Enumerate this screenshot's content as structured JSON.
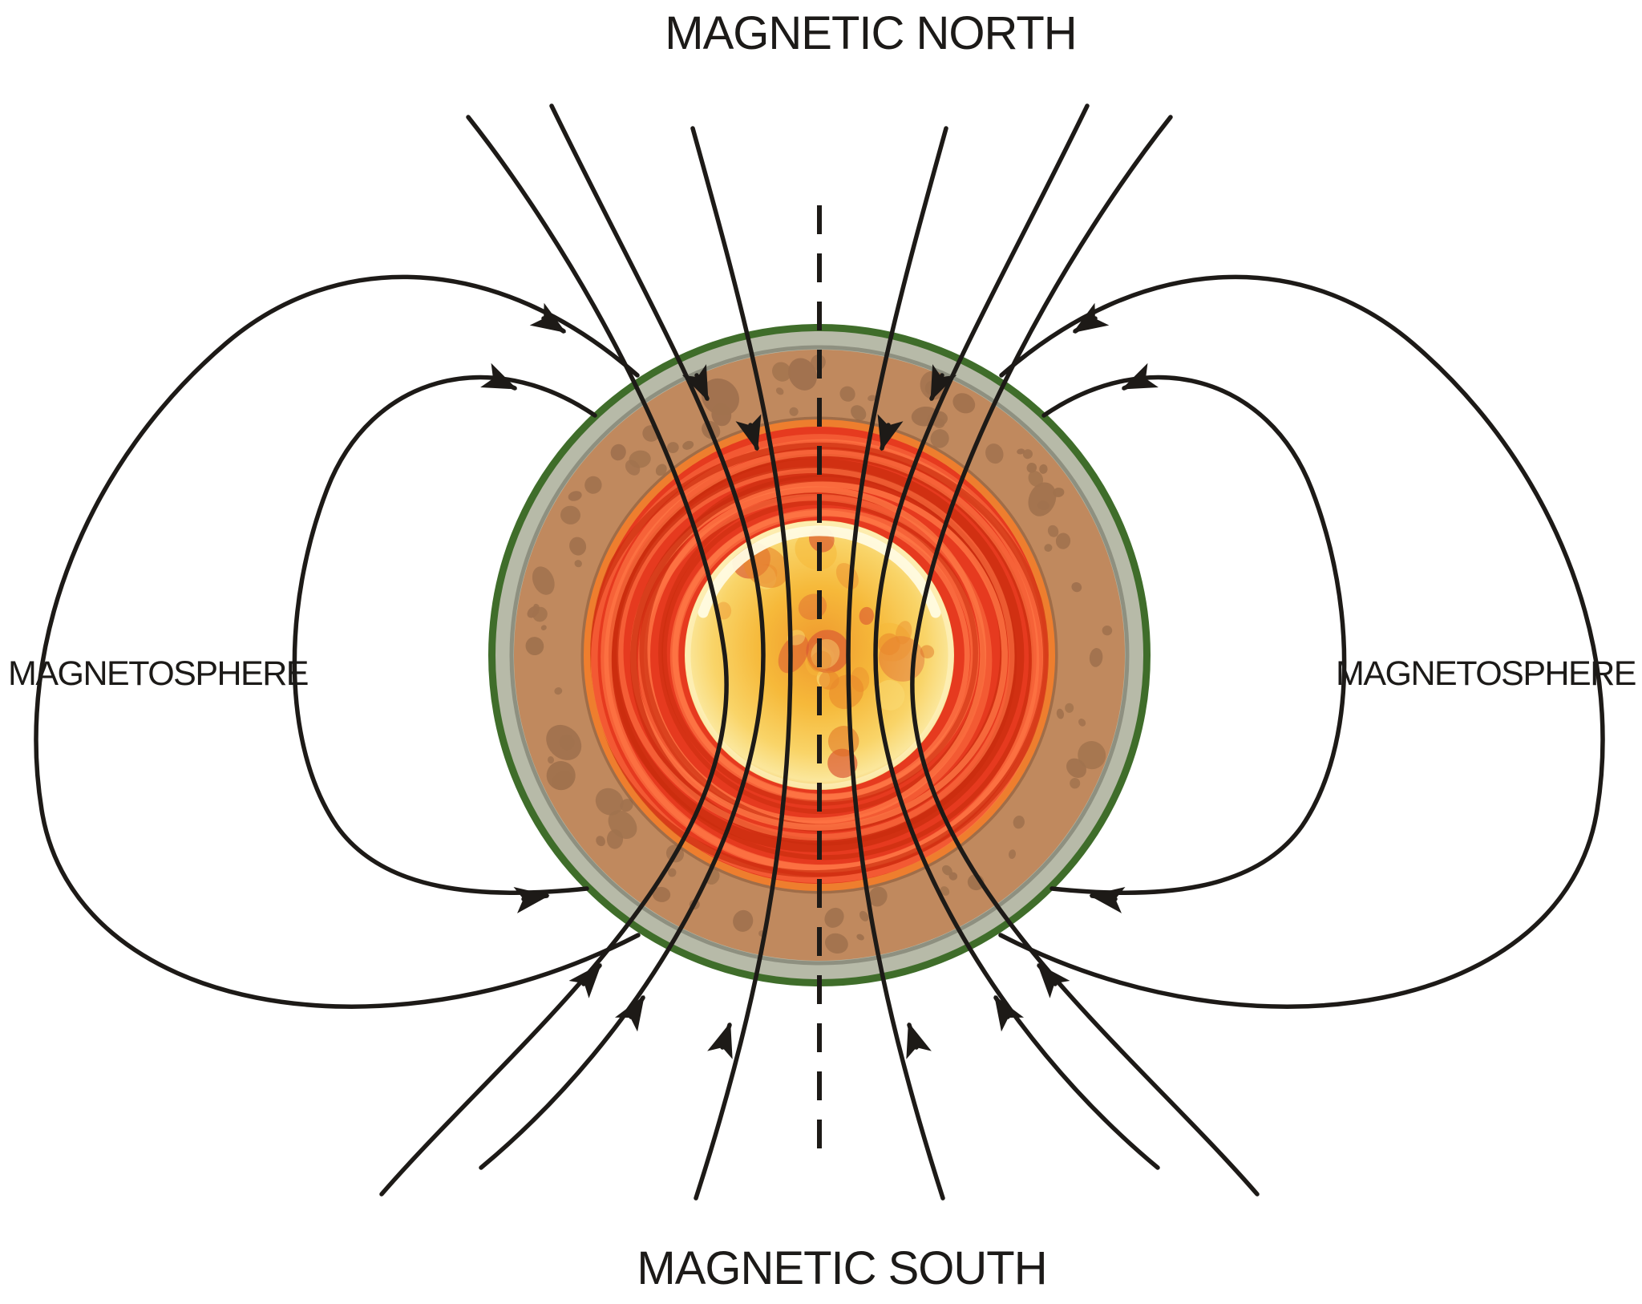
{
  "labels": {
    "magnetic_north": "MAGNETIC NORTH",
    "magnetic_south": "MAGNETIC SOUTH",
    "magnetosphere_left": "MAGNETOSPHERE",
    "magnetosphere_right": "MAGNETOSPHERE"
  },
  "diagram": {
    "subject": "Earth magnetic field cross-section with dipole field lines",
    "magnetic_axis_style": "vertical dashed line through planet center",
    "field_line_arrow_direction": "arrowheads point toward the planet at both poles and on side loops",
    "earth_layers": [
      {
        "name": "crust-outer-ring",
        "color": "#3f6d2a"
      },
      {
        "name": "crust-gray-band",
        "color": "#b7baa8"
      },
      {
        "name": "mantle-speckled-brown",
        "color": "#c0895e"
      },
      {
        "name": "outer-core-molten-red",
        "color": "#e63a1f"
      },
      {
        "name": "inner-core-yellow-orange",
        "color": "#f7c33b"
      }
    ]
  },
  "colors": {
    "background": "#ffffff",
    "line": "#1d1a17",
    "text": "#1c1a18",
    "crust_green": "#3f6d2a",
    "crust_gray": "#b7baa8",
    "crust_gray_edge": "#8e9080",
    "mantle": "#c0895e",
    "mantle_spot": "#a1724e",
    "core_boundary": "#8a5a3a",
    "orange_ring": "#ee7e2e",
    "outer_core_red": "#e63a1f",
    "swirl_light": "#ff7847",
    "swirl_dark": "#c92c0e",
    "inner_core_yellow": "#f7c33b",
    "highlight_cream": "#fdf3c4"
  }
}
